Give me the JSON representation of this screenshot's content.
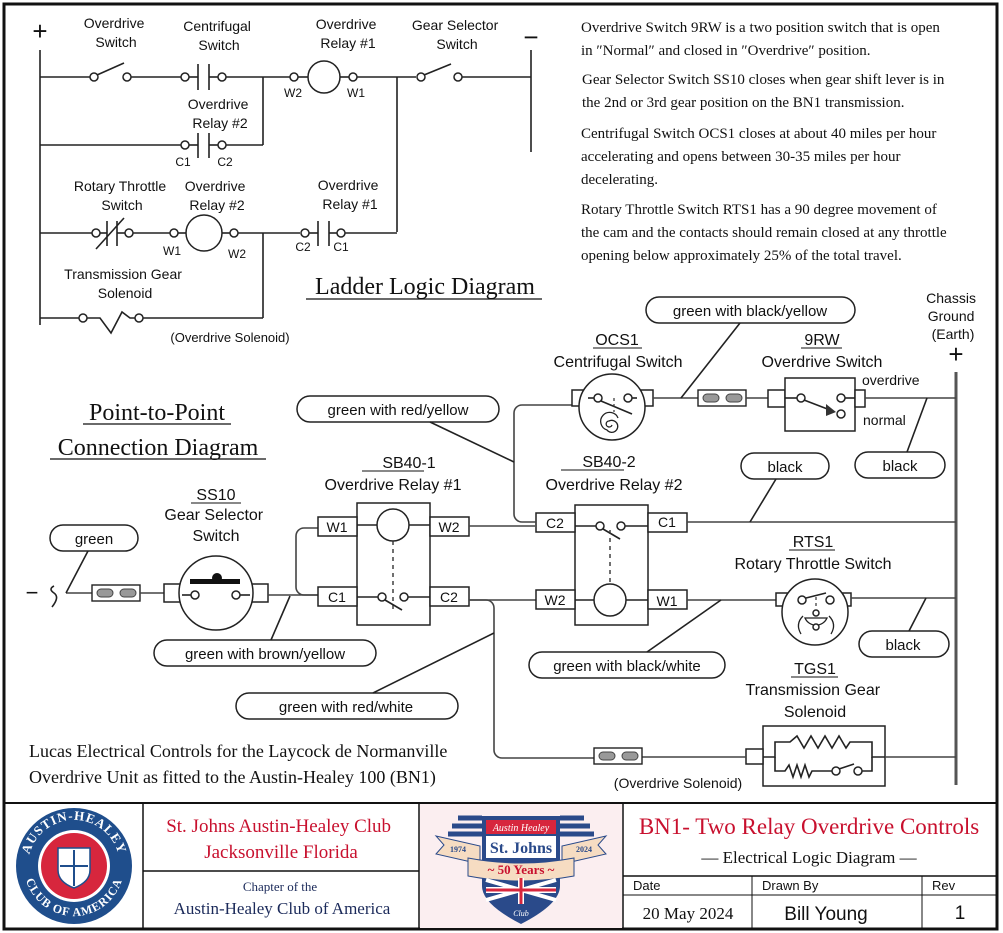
{
  "ladder": {
    "plus": "+",
    "minus": "−",
    "title": "Ladder Logic  Diagram",
    "rung1": {
      "overdrive_switch": [
        "Overdrive",
        "Switch"
      ],
      "centrifugal_switch": [
        "Centrifugal",
        "Switch"
      ],
      "relay1_coil": [
        "Overdrive",
        "Relay #1"
      ],
      "relay1_w2": "W2",
      "relay1_w1": "W1",
      "gear_selector": [
        "Gear Selector",
        "Switch"
      ]
    },
    "rung2": {
      "relay2_contact": [
        "Overdrive",
        "Relay #2"
      ],
      "c1": "C1",
      "c2": "C2"
    },
    "rung3": {
      "rotary_throttle": [
        "Rotary Throttle",
        "Switch"
      ],
      "relay2_coil": [
        "Overdrive",
        "Relay #2"
      ],
      "w1": "W1",
      "w2": "W2",
      "relay1_contact": [
        "Overdrive",
        "Relay #1"
      ],
      "c2": "C2",
      "c1": "C1"
    },
    "rung4": {
      "solenoid": [
        "Transmission Gear",
        "Solenoid"
      ],
      "note": "(Overdrive Solenoid)"
    }
  },
  "notes": [
    [
      "Overdrive Switch 9RW is a two position switch that is open",
      "in ″Normal″ and closed in ″Overdrive″ position."
    ],
    [
      "Gear Selector Switch SS10 closes when gear shift lever is in",
      "the 2nd or 3rd gear position on the BN1 transmission."
    ],
    [
      "Centrifugal Switch OCS1 closes at about 40 miles per hour",
      "accelerating and opens between 30-35 miles per hour",
      "decelerating."
    ],
    [
      "Rotary Throttle Switch RTS1 has a 90 degree movement of",
      "the cam and the contacts should remain closed at any throttle",
      "opening below approximately 25% of the total travel."
    ]
  ],
  "p2p": {
    "title": [
      "Point-to-Point",
      "Connection Diagram"
    ],
    "minus": "−",
    "ground": [
      "Chassis",
      "Ground",
      "(Earth)"
    ],
    "ground_plus": "+",
    "components": {
      "ss10": {
        "id": "SS10",
        "name": [
          "Gear Selector",
          "Switch"
        ]
      },
      "sb40_1": {
        "id": "SB40-1",
        "name": "Overdrive Relay #1",
        "w1": "W1",
        "w2": "W2",
        "c1": "C1",
        "c2": "C2"
      },
      "sb40_2": {
        "id": "SB40-2",
        "name": "Overdrive Relay #2",
        "c2": "C2",
        "c1": "C1",
        "w2": "W2",
        "w1": "W1"
      },
      "ocs1": {
        "id": "OCS1",
        "name": "Centrifugal Switch"
      },
      "rw9": {
        "id": "9RW",
        "name": "Overdrive Switch",
        "overdrive": "overdrive",
        "normal": "normal"
      },
      "rts1": {
        "id": "RTS1",
        "name": "Rotary Throttle Switch"
      },
      "tgs1": {
        "id": "TGS1",
        "name": [
          "Transmission Gear",
          "Solenoid"
        ],
        "note": "(Overdrive Solenoid)"
      }
    },
    "wire_labels": {
      "green": "green",
      "green_brown_yellow": "green with brown/yellow",
      "green_red_white": "green with red/white",
      "green_red_yellow": "green with red/yellow",
      "green_black_yellow": "green with black/yellow",
      "black_1": "black",
      "black_2": "black",
      "black_3": "black",
      "green_black_white": "green with black/white"
    },
    "caption": [
      "Lucas Electrical Controls for the Laycock de Normanville",
      "Overdrive Unit as fitted to the Austin-Healey 100 (BN1)"
    ]
  },
  "title_block": {
    "club_name": [
      "St. Johns Austin-Healey Club",
      "Jacksonville Florida"
    ],
    "chapter": [
      "Chapter of the",
      "Austin-Healey Club of America"
    ],
    "logo_left_text": {
      "top": "AUSTIN-HEALEY",
      "bottom": "CLUB OF AMERICA"
    },
    "logo_mid_text": {
      "top": "Austin Healey",
      "name": "St. Johns",
      "ribbon": "~ 50 Years ~",
      "left_year": "1974",
      "right_year": "2024",
      "bottom": "Club"
    },
    "drawing_title": "BN1- Two Relay Overdrive Controls",
    "drawing_subtitle": "— Electrical Logic Diagram —",
    "date_label": "Date",
    "date_value": "20 May 2024",
    "drawn_by_label": "Drawn By",
    "drawn_by_value": "Bill Young",
    "rev_label": "Rev",
    "rev_value": "1",
    "colors": {
      "title_red": "#c8102e",
      "navy": "#1b2a5a",
      "logo_blue": "#1f4e8c"
    }
  }
}
